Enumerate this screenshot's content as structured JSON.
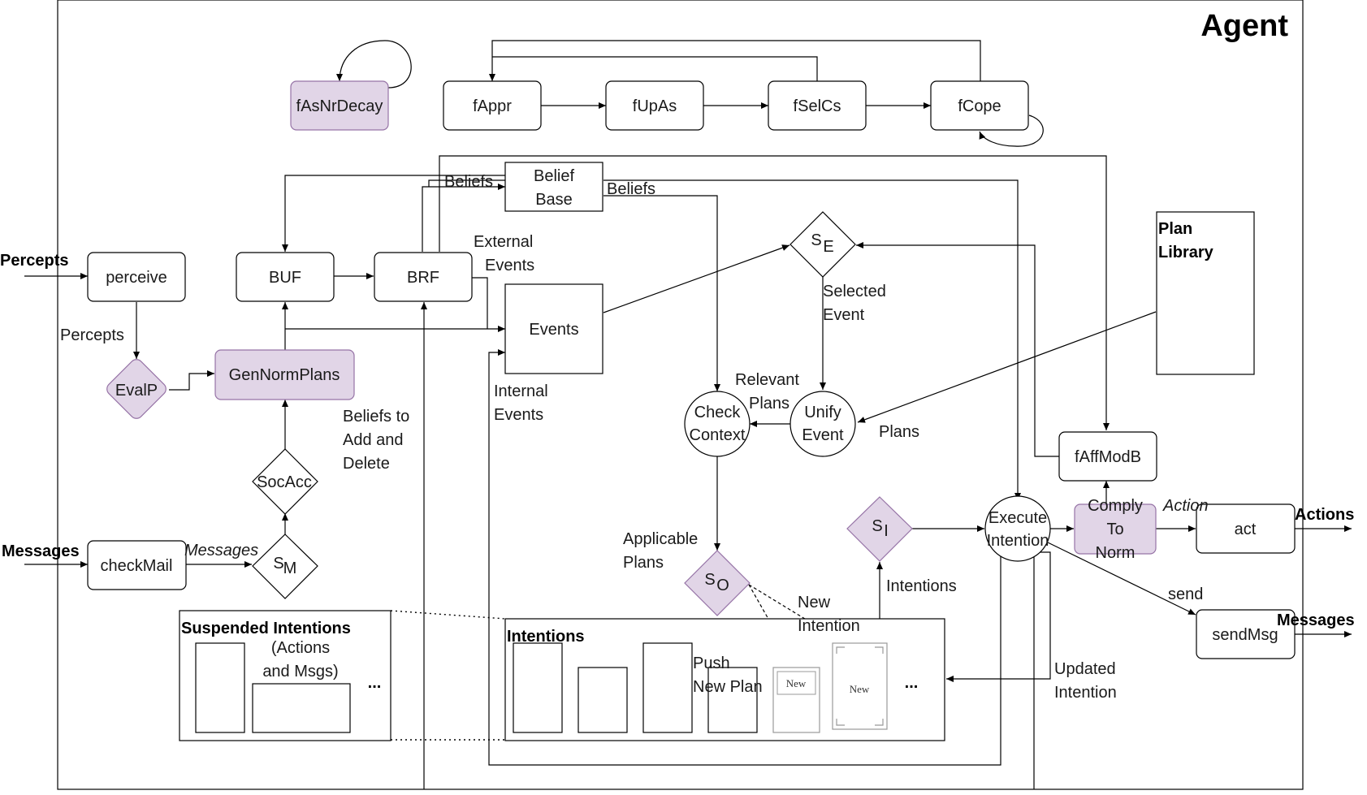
{
  "agent": {
    "title": "Agent"
  },
  "nodes": {
    "fAsNrDecay": "fAsNrDecay",
    "fAppr": "fAppr",
    "fUpAs": "fUpAs",
    "fSelCs": "fSelCs",
    "fCope": "fCope",
    "belief_base": [
      "Belief",
      "Base"
    ],
    "perceive": "perceive",
    "buf": "BUF",
    "brf": "BRF",
    "events": "Events",
    "evalp": "EvalP",
    "gen_norm_plans": "GenNormPlans",
    "soc_acc": "SocAcc",
    "check_mail": "checkMail",
    "sm": {
      "main": "S",
      "sub": "M"
    },
    "se": {
      "main": "S",
      "sub": "E"
    },
    "so": {
      "main": "S",
      "sub": "O"
    },
    "si": {
      "main": "S",
      "sub": "I"
    },
    "check_context": [
      "Check",
      "Context"
    ],
    "unify_event": [
      "Unify",
      "Event"
    ],
    "plan_library": [
      "Plan",
      "Library"
    ],
    "f_aff_mod_b": "fAffModB",
    "execute_intention": [
      "Execute",
      "Intention"
    ],
    "comply_to_norm": [
      "Comply",
      "To",
      "Norm"
    ],
    "act": "act",
    "send_msg": "sendMsg",
    "suspended_intentions": {
      "title": "Suspended Intentions",
      "sub": [
        "(Actions",
        "and Msgs)"
      ],
      "ellipsis": "..."
    },
    "intentions": {
      "title": "Intentions",
      "new1": "New",
      "new2": "New",
      "ellipsis": "..."
    }
  },
  "labels": {
    "percepts_in": "Percepts",
    "messages_in": "Messages",
    "percepts": "Percepts",
    "messages_italic": "Messages",
    "beliefs_left": "Beliefs",
    "beliefs_right": "Beliefs",
    "external_events": [
      "External",
      "Events"
    ],
    "internal_events": [
      "Internal",
      "Events"
    ],
    "beliefs_add_delete": [
      "Beliefs to",
      "Add and",
      "Delete"
    ],
    "selected_event": [
      "Selected",
      "Event"
    ],
    "relevant_plans": [
      "Relevant",
      "Plans"
    ],
    "plans": "Plans",
    "applicable_plans": [
      "Applicable",
      "Plans"
    ],
    "new_intention": [
      "New",
      "Intention"
    ],
    "intentions": "Intentions",
    "push_new_plan": [
      "Push",
      "New Plan"
    ],
    "updated_intention": [
      "Updated",
      "Intention"
    ],
    "action_italic": "Action",
    "send": "send",
    "actions_out": "Actions",
    "messages_out": "Messages"
  },
  "colors": {
    "highlight_fill": "#e1d5e7",
    "highlight_stroke": "#9673a6"
  }
}
